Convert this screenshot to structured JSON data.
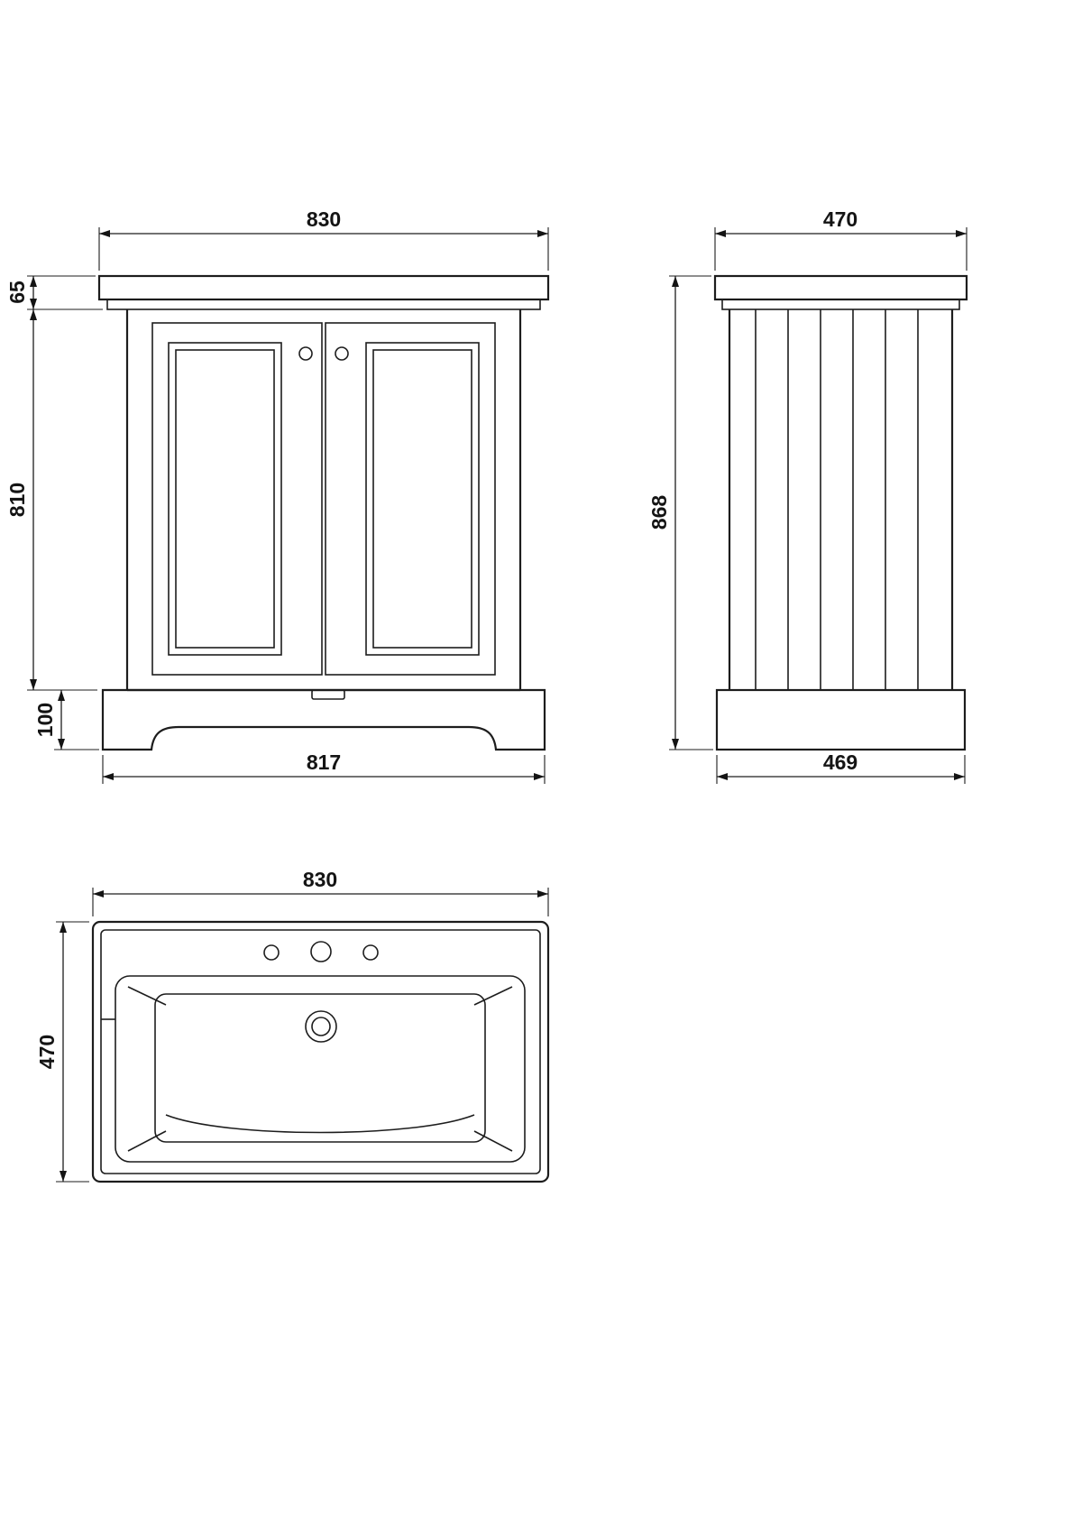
{
  "drawing": {
    "colors": {
      "line": "#1d1d1d",
      "background": "#ffffff"
    },
    "front": {
      "width_top": "830",
      "counter_height": "65",
      "body_height": "810",
      "plinth_height": "100",
      "width_bottom": "817"
    },
    "side": {
      "width_top": "470",
      "height": "868",
      "width_bottom": "469"
    },
    "basin": {
      "width": "830",
      "depth": "470"
    }
  }
}
